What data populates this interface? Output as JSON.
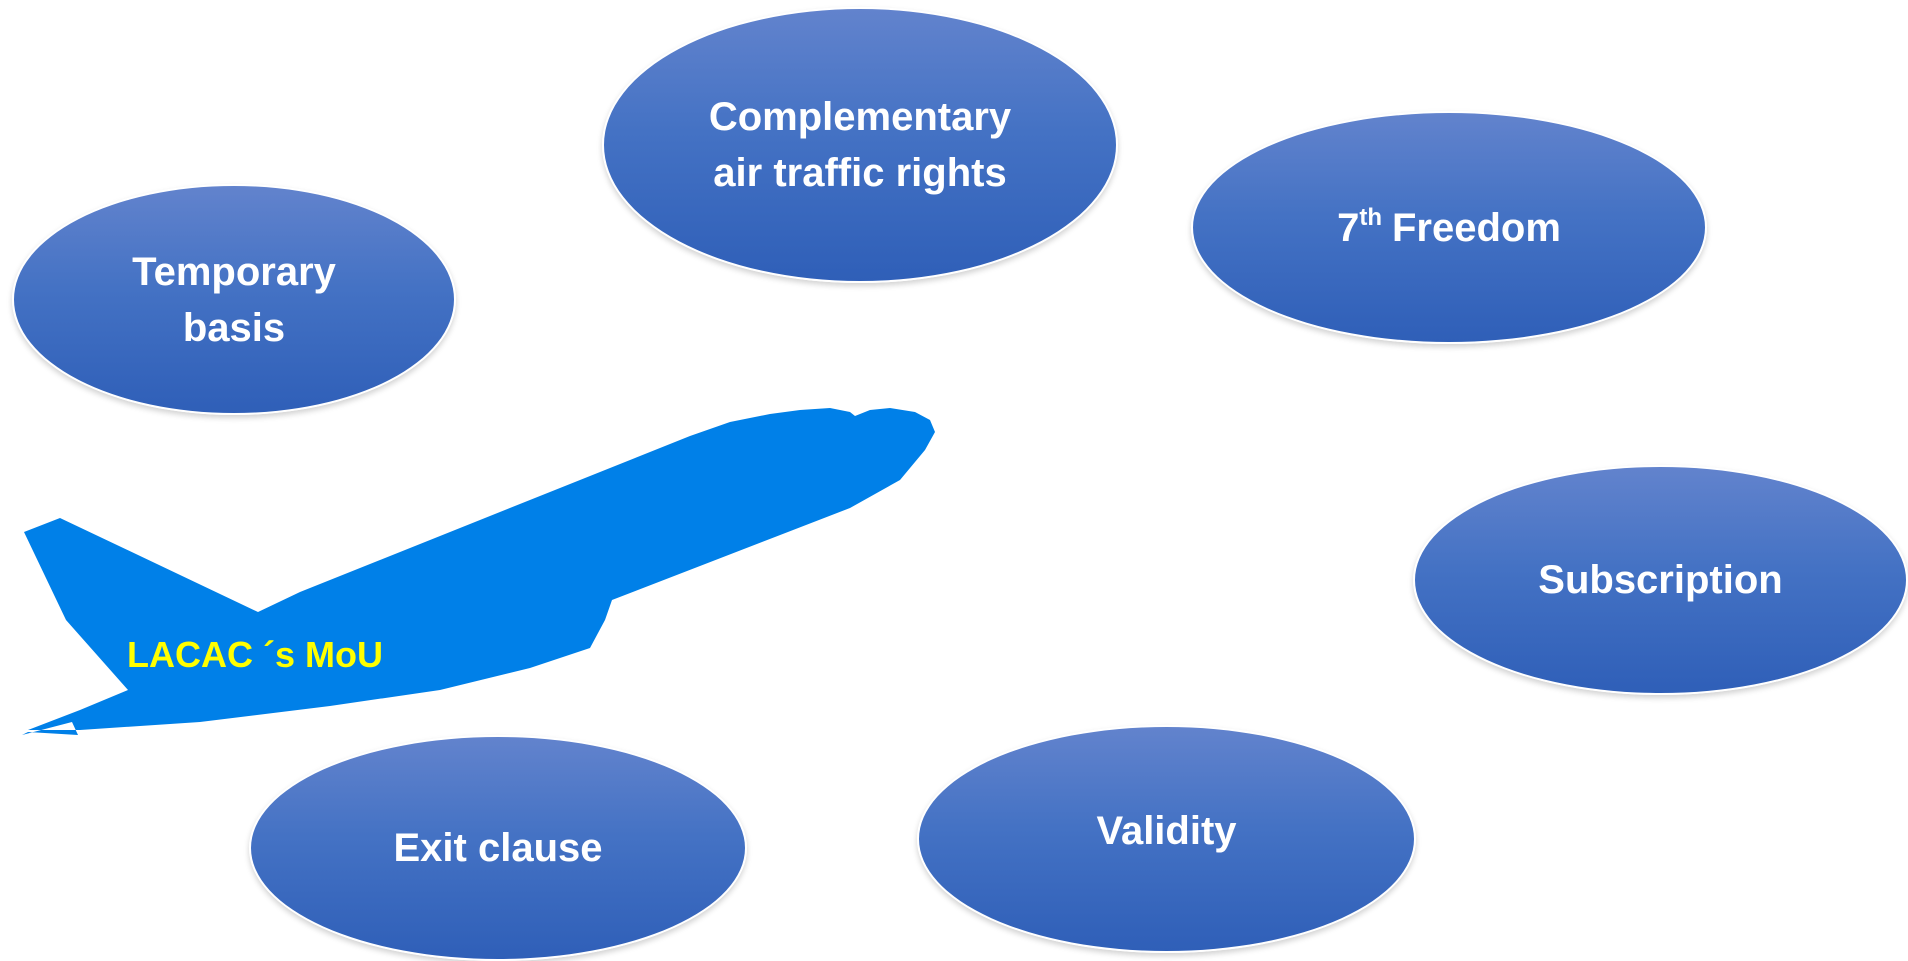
{
  "colors": {
    "bubble": "#4472c4",
    "bubble_light": "#6283cd",
    "bubble_dark": "#2f5fb8",
    "plane": "#0080e8",
    "plane_label": "#ffff00",
    "bubble_text": "#ffffff"
  },
  "plane": {
    "icon": "airplane-silhouette-icon",
    "label": "LACAC ´s MoU"
  },
  "bubbles": {
    "complementary": {
      "line1": "Complementary",
      "line2": "air traffic rights"
    },
    "temporary": {
      "line1": "Temporary",
      "line2": "basis"
    },
    "freedom": {
      "number": "7",
      "superscript": "th",
      "word": "Freedom"
    },
    "subscription": {
      "label": "Subscription"
    },
    "exit_clause": {
      "label": "Exit clause"
    },
    "validity": {
      "label": "Validity"
    }
  }
}
